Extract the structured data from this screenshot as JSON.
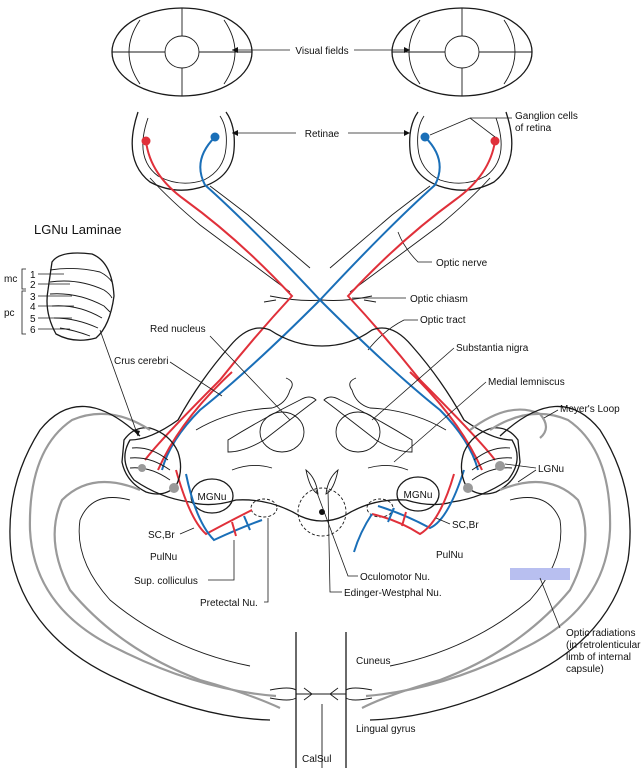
{
  "labels": {
    "visual_fields": "Visual fields",
    "retinae": "Retinae",
    "ganglion_cells_line1": "Ganglion cells",
    "ganglion_cells_line2": "of retina",
    "optic_nerve": "Optic nerve",
    "optic_chiasm": "Optic chiasm",
    "optic_tract": "Optic tract",
    "substantia_nigra": "Substantia nigra",
    "medial_lemniscus": "Medial lemniscus",
    "meyers_loop": "Meyer's Loop",
    "lgnu": "LGNu",
    "lgnu_laminae": "LGNu Laminae",
    "mc": "mc",
    "pc": "pc",
    "lamina_1": "1",
    "lamina_2": "2",
    "lamina_3": "3",
    "lamina_4": "4",
    "lamina_5": "5",
    "lamina_6": "6",
    "red_nucleus": "Red nucleus",
    "crus_cerebri": "Crus cerebri",
    "mgnu_left": "MGNu",
    "mgnu_right": "MGNu",
    "sc_br_left": "SC,Br",
    "sc_br_right": "SC,Br",
    "pulnu_left": "PulNu",
    "pulnu_right": "PulNu",
    "sup_colliculus": "Sup. colliculus",
    "pretectal_nu": "Pretectal Nu.",
    "oculomotor_nu": "Oculomotor Nu.",
    "edinger_westphal_nu": "Edinger-Westphal Nu.",
    "optic_radiations_line1": "Optic radiations",
    "optic_radiations_line2": "(in retrolenticular",
    "optic_radiations_line3": "limb of internal",
    "optic_radiations_line4": "capsule)",
    "cuneus": "Cuneus",
    "lingual_gyrus": "Lingual gyrus",
    "calsul": "CalSul"
  },
  "colors": {
    "temporal_pathway": "#e0303a",
    "nasal_pathway": "#1a6fb8",
    "radiation": "#9a9a9a",
    "highlight": "#b8bff0"
  }
}
